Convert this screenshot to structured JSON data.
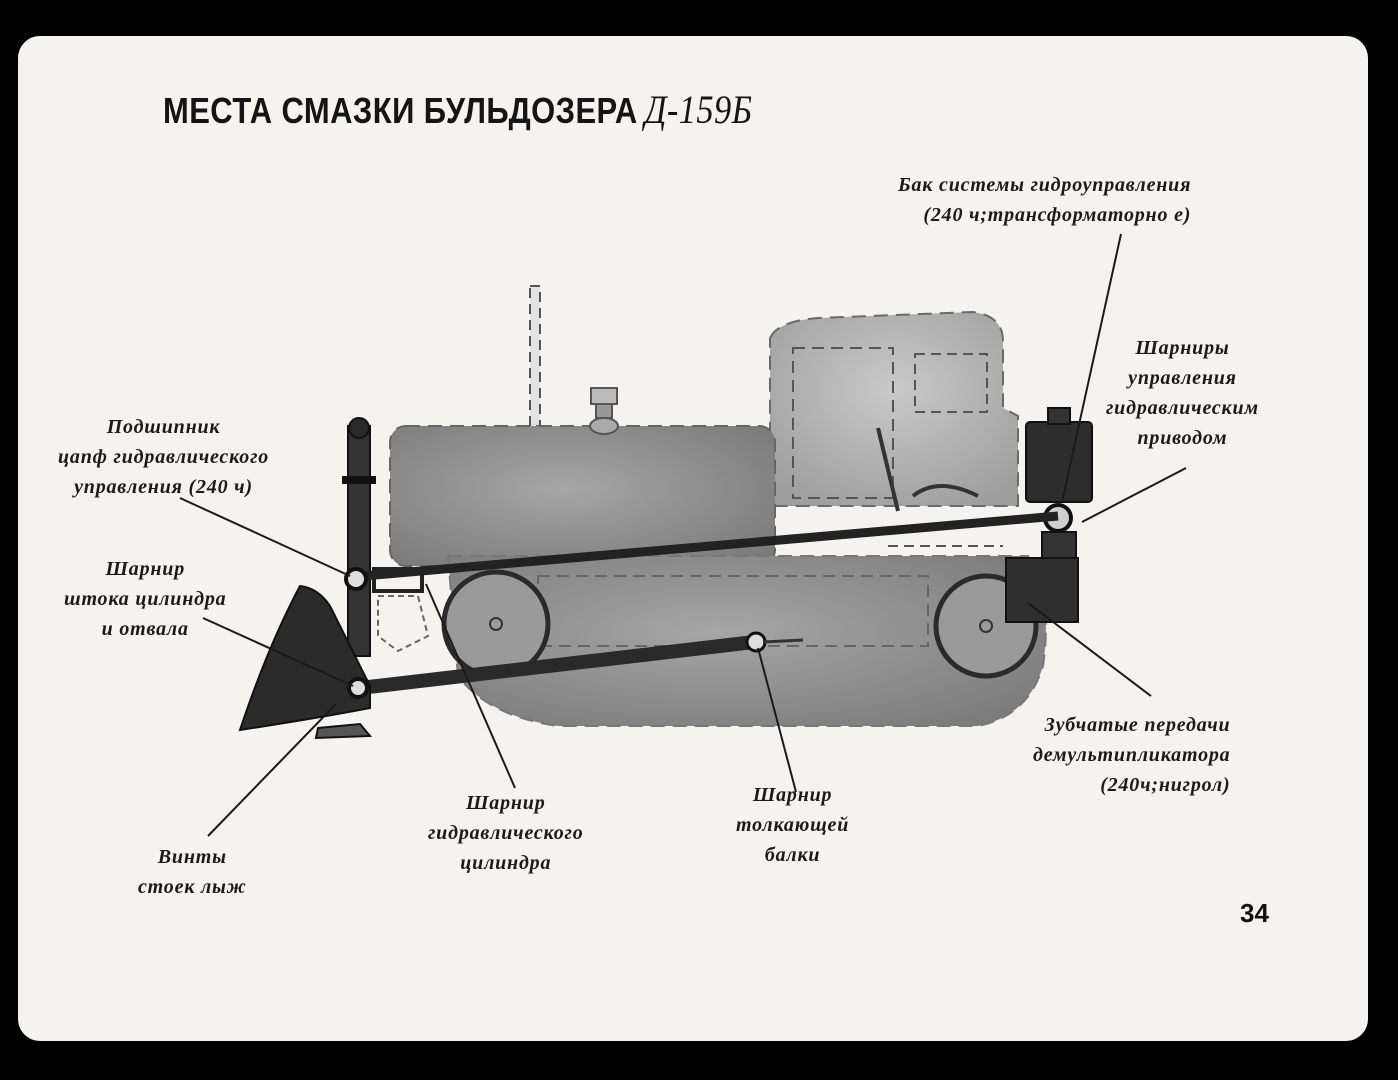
{
  "title": {
    "main": "МЕСТА СМАЗКИ БУЛЬДОЗЕРА",
    "model": "Д-159Б"
  },
  "labels": {
    "tank": [
      "Бак системы гидроуправления",
      "(240 ч;трансформаторно е)"
    ],
    "hinges_control": [
      "Шарниры",
      "управления",
      "гидравлическим",
      "приводом"
    ],
    "bearing": [
      "Подшипник",
      "цапф гидравлического",
      "управления (240 ч)"
    ],
    "rod_hinge": [
      "Шарнир",
      "штока цилиндра",
      "и отвала"
    ],
    "gears": [
      "Зубчатые передачи",
      "демультипликатора",
      "(240ч;нигрол)"
    ],
    "cylinder_hinge": [
      "Шарнир",
      "гидравлического",
      "цилиндра"
    ],
    "beam_hinge": [
      "Шарнир",
      "толкающей",
      "балки"
    ],
    "screws": [
      "Винты",
      "стоек лыж"
    ]
  },
  "page_number": "34",
  "colors": {
    "background": "#000000",
    "slide": "#f4f3ef",
    "ink": "#1a1a1a",
    "body": "#8a8a8a"
  }
}
